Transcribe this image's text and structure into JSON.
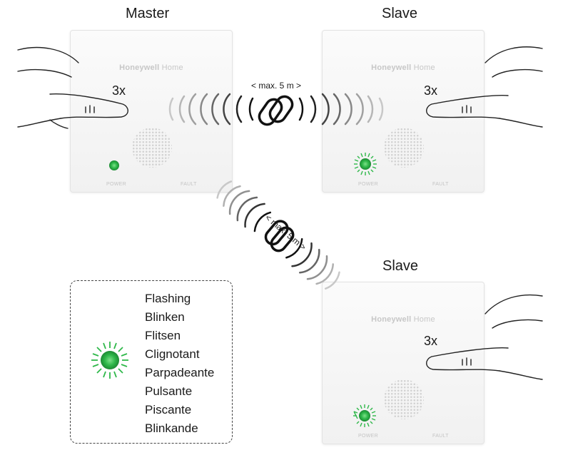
{
  "labels": {
    "master": "Master",
    "slave_top": "Slave",
    "slave_bottom": "Slave"
  },
  "device": {
    "brand_bold": "Honeywell",
    "brand_light": "Home",
    "power_label": "POWER",
    "fault_label": "FAULT"
  },
  "press_count": "3x",
  "distance_label": "< max. 5 m >",
  "legend": {
    "items": [
      "Flashing",
      "Blinken",
      "Flitsen",
      "Clignotant",
      "Parpadeante",
      "Pulsante",
      "Piscante",
      "Blinkande"
    ]
  },
  "colors": {
    "led_green": "#2fb84a",
    "wave_gray": "#999999",
    "wave_dark": "#111111"
  }
}
